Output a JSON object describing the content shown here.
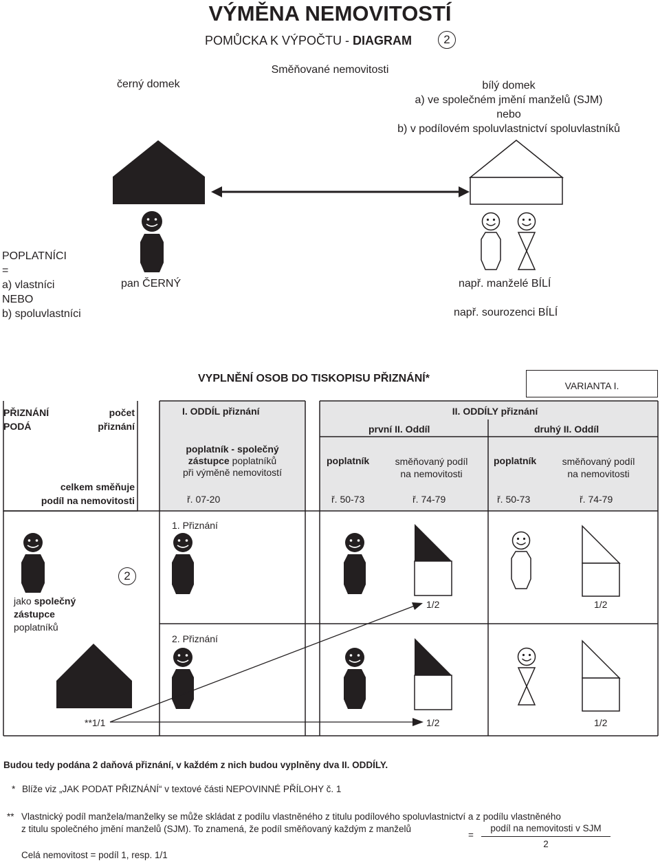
{
  "header": {
    "title": "VÝMĚNA NEMOVITOSTÍ",
    "subtitle_prefix": "POMŮCKA K VÝPOČTU - ",
    "subtitle_bold": "DIAGRAM",
    "badge": "2"
  },
  "top": {
    "exchanged": "Směňované nemovitosti",
    "black_house": "černý domek",
    "white_house_1": "bílý domek",
    "white_house_2": "a) ve společném jmění manželů (SJM)",
    "white_house_3": "nebo",
    "white_house_4": "b) v podílovém spoluvlastnictví spoluvlastníků"
  },
  "payers": {
    "l1": "POPLATNÍCI",
    "l2": "=",
    "l3": "a) vlastníci",
    "l4": "NEBO",
    "l5": "b) spoluvlastníci",
    "black_person": "pan ČERNÝ",
    "white_a": "např. manželé BÍLÍ",
    "white_b": "např. sourozenci BÍLÍ"
  },
  "table": {
    "heading": "VYPLNĚNÍ OSOB DO TISKOPISU PŘIZNÁNÍ*",
    "variant": "VARIANTA I.",
    "left": {
      "col1a": "PŘIZNÁNÍ",
      "col1b": "PODÁ",
      "col2a": "počet",
      "col2b": "přiznání",
      "total1": "celkem směňuje",
      "total2": "podíl na nemovitosti"
    },
    "section1": {
      "title": "I. ODDÍL přiznání",
      "d1": "poplatník - společný",
      "d2b": "zástupce",
      "d2": " poplatníků",
      "d3": "při výměně nemovitostí",
      "row": "ř. 07-20"
    },
    "section2": {
      "title": "II. ODDÍLY přiznání",
      "first": "první II. Oddíl",
      "second": "druhý II. Oddíl",
      "payer": "poplatník",
      "share1": "směňovaný podíl",
      "share2": "na nemovitosti",
      "row_a": "ř. 50-73",
      "row_b": "ř. 74-79"
    },
    "body": {
      "agent_a": "jako ",
      "agent_b": "společný",
      "agent_c": "zástupce",
      "agent_d": "poplatníků",
      "count": "2",
      "filing1": "1. Přiznání",
      "filing2": "2. Přiznání",
      "total": "**1/1",
      "half": "1/2"
    }
  },
  "notes": {
    "summary": "Budou tedy podána 2 daňová přiznání, v každém z nich budou vyplněny dva II. ODDÍLY.",
    "note1_mark": "*",
    "note1": "Blíže viz „JAK PODAT PŘIZNÁNÍ“ v textové části NEPOVINNÉ PŘÍLOHY č. 1",
    "note2_mark": "**",
    "note2_l1": "Vlastnický podíl manžela/manželky se může skládat z podílu vlastněného z titulu podílového spoluvlastnictví a z podílu vlastněného",
    "note2_l2": "z titulu společného jmění manželů (SJM). To znamená, že podíl směňovaný každým z manželů",
    "eq": "=",
    "frac_num": "podíl na nemovitosti v SJM",
    "frac_den": "2",
    "note2_l3": "Celá nemovitost = podíl 1, resp. 1/1"
  }
}
